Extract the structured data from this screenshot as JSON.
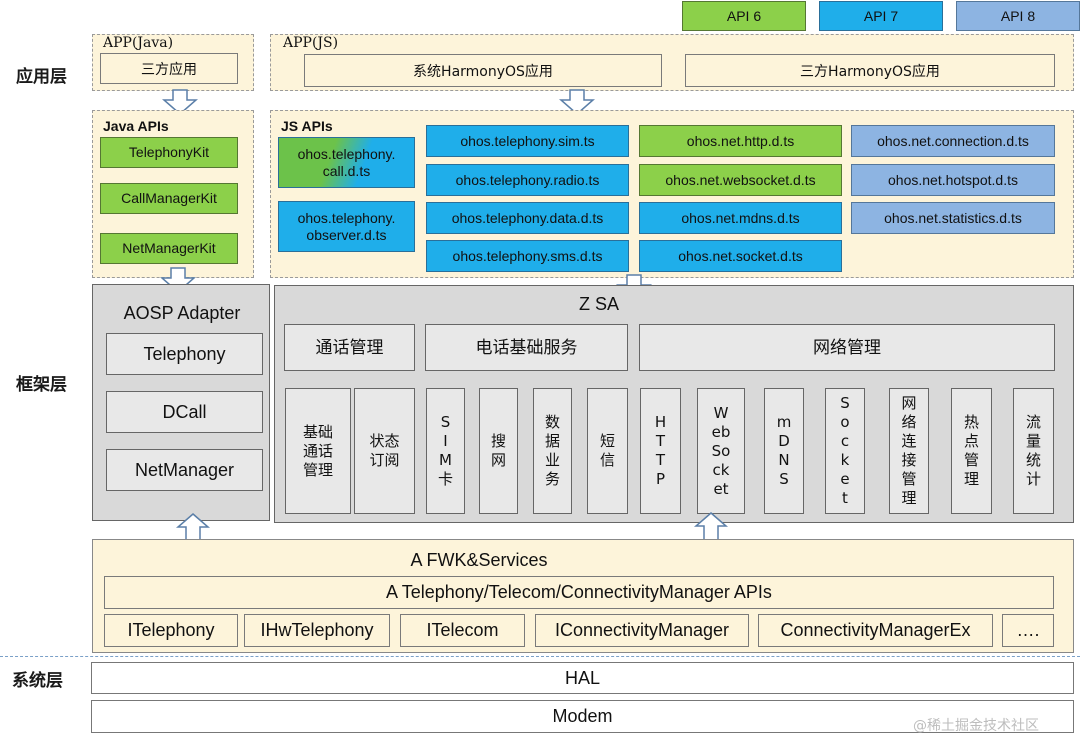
{
  "legend": {
    "api6": "API 6",
    "api7": "API 7",
    "api8": "API 8"
  },
  "layers": {
    "app": "应用层",
    "framework": "框架层",
    "system": "系统层"
  },
  "app_java": {
    "title": "APP(Java)",
    "box": "三方应用"
  },
  "app_js": {
    "title": "APP(JS)",
    "system_app": "系统HarmonyOS应用",
    "third_app": "三方HarmonyOS应用"
  },
  "java_apis": {
    "title": "Java APIs",
    "items": [
      "TelephonyKit",
      "CallManagerKit",
      "NetManagerKit"
    ]
  },
  "js_apis": {
    "title": "JS APIs",
    "call": "ohos.telephony.\ncall.d.ts",
    "observer": "ohos.telephony.\nobserver.d.ts",
    "col1": [
      "ohos.telephony.sim.ts",
      "ohos.telephony.radio.ts",
      "ohos.telephony.data.d.ts",
      "ohos.telephony.sms.d.ts"
    ],
    "col2": [
      "ohos.net.http.d.ts",
      "ohos.net.websocket.d.ts",
      "ohos.net.mdns.d.ts",
      "ohos.net.socket.d.ts"
    ],
    "col3": [
      "ohos.net.connection.d.ts",
      "ohos.net.hotspot.d.ts",
      "ohos.net.statistics.d.ts"
    ]
  },
  "aosp": {
    "title": "AOSP Adapter",
    "items": [
      "Telephony",
      "DCall",
      "NetManager"
    ]
  },
  "zsa": {
    "title": "Z SA",
    "groups": [
      "通话管理",
      "电话基础服务",
      "网络管理"
    ],
    "modules": [
      "基础\n通话\n管理",
      "状态\n订阅",
      "S\nI\nM\n卡",
      "搜\n网",
      "数\n据\n业\n务",
      "短\n信",
      "H\nT\nT\nP",
      "W\neb\nSo\nck\net",
      "m\nD\nN\nS",
      "S\no\nc\nk\ne\nt",
      "网\n络\n连\n接\n管\n理",
      "热\n点\n管\n理",
      "流\n量\n统\n计"
    ]
  },
  "fwk": {
    "title": "A FWK&Services",
    "apis": "A Telephony/Telecom/ConnectivityManager APIs",
    "items": [
      "ITelephony",
      "IHwTelephony",
      "ITelecom",
      "IConnectivityManager",
      "ConnectivityManagerEx",
      "…."
    ]
  },
  "system": {
    "hal": "HAL",
    "modem": "Modem"
  },
  "watermark": "@稀土掘金技术社区"
}
